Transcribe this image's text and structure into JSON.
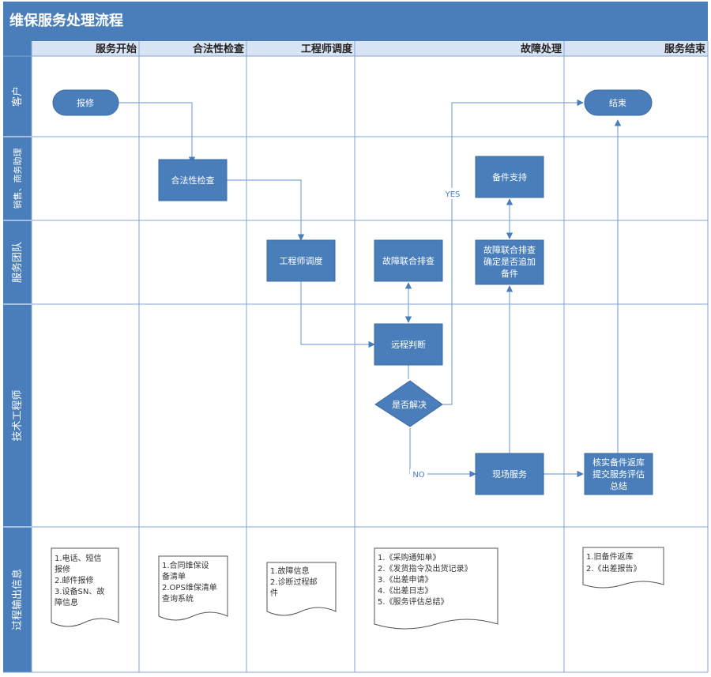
{
  "title": "维保服务处理流程",
  "colors": {
    "header": "#4a7ebb",
    "node": "#4a7ebb",
    "node_border": "#3b6aa5",
    "line": "#7fa6d6",
    "arrow": "#4a7ebb"
  },
  "phases": [
    "服务开始",
    "合法性检查",
    "工程师调度",
    "故障处理",
    "服务结束"
  ],
  "lanes": [
    "客户",
    "销售、商务助理",
    "服务团队",
    "技术工程师",
    "过程输出信息"
  ],
  "nodes": {
    "report": "报修",
    "end": "结束",
    "legal_check": "合法性检查",
    "parts_support": "备件支持",
    "dispatch": "工程师调度",
    "joint_check": "故障联合排查",
    "joint_check2": [
      "故障联合排查",
      "确定是否追加",
      "备件"
    ],
    "remote": "远程判断",
    "decision": "是否解决",
    "onsite": "现场服务",
    "verify": [
      "核实备件返库",
      "提交服务评估",
      "总结"
    ]
  },
  "edge_labels": {
    "yes": "YES",
    "no": "NO"
  },
  "docs": [
    [
      "1.电话、短信",
      "报修",
      "2.邮件报修",
      "3.设备SN、故",
      "障信息"
    ],
    [
      "1.合同维保设",
      "备清单",
      "2.OPS维保清单",
      "查询系统"
    ],
    [
      "1.故障信息",
      "2.诊断过程邮",
      "件"
    ],
    [
      "1.《采购通知单》",
      "2.《发货指令及出货记录》",
      "3.《出差申请》",
      "4.《出差日志》",
      "5.《服务评估总结》"
    ],
    [
      "1.旧备件返库",
      "2.《出差报告》"
    ]
  ]
}
